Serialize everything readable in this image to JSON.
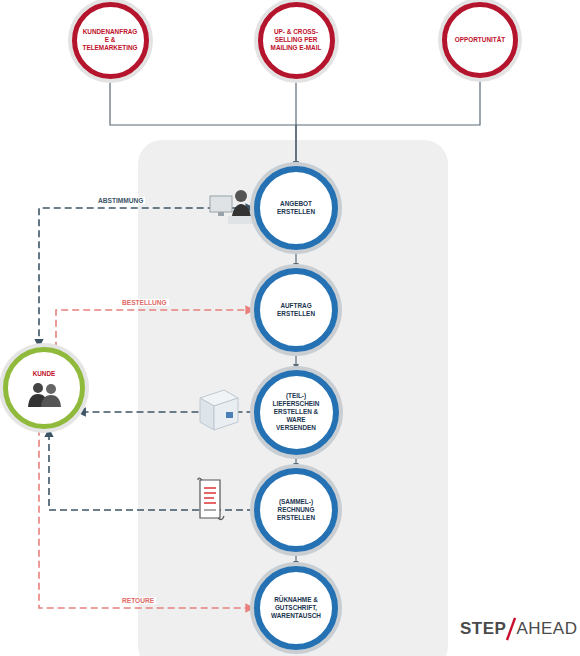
{
  "diagram": {
    "nodes": [
      {
        "text": [
          "KUNDENANFRAGE & TELEMARKETING"
        ]
      },
      {
        "text": [
          "UP- & CROSS-SELLING PER MAILING E-MAIL"
        ]
      },
      {
        "text": [
          "OPPORTUNITÄT"
        ]
      },
      {
        "text": [
          "ANGEBOT ERSTELLEN"
        ]
      },
      {
        "text": [
          "AUFTRAG ERSTELLEN"
        ]
      },
      {
        "text": [
          "(TEIL-) LIEFERSCHEIN ERSTELLEN & WARE VERSENDEN"
        ]
      },
      {
        "text": [
          "(SAMMEL-) RECHNUNG ERSTELLEN"
        ]
      },
      {
        "text": [
          "RÜKNAHME & GUTSCHRIFT, WARENTAUSCH"
        ]
      },
      {
        "text": [
          "KUNDE"
        ]
      }
    ],
    "edges": [
      {
        "from": 0,
        "to": 3,
        "arrow": "to"
      },
      {
        "from": 1,
        "to": 3,
        "arrow": "to"
      },
      {
        "from": 2,
        "to": 3,
        "arrow": "to"
      },
      {
        "from": 3,
        "to": 4,
        "arrow": "to"
      },
      {
        "from": 4,
        "to": 5,
        "arrow": "to"
      },
      {
        "from": 5,
        "to": 6,
        "arrow": "to"
      },
      {
        "from": 6,
        "to": 7,
        "arrow": "to"
      },
      {
        "from": 8,
        "to": 3,
        "label": "ABSTIMMUNG",
        "arrow": "both"
      },
      {
        "from": 8,
        "to": 4,
        "label": "BESTELLUNG",
        "arrow": "to"
      },
      {
        "from": 5,
        "to": 8,
        "arrow": "to"
      },
      {
        "from": 6,
        "to": 8,
        "arrow": "to"
      },
      {
        "from": 8,
        "to": 7,
        "label": "RETOURE",
        "arrow": "to"
      }
    ],
    "labels": [
      "STEP",
      "AHEAD"
    ]
  }
}
